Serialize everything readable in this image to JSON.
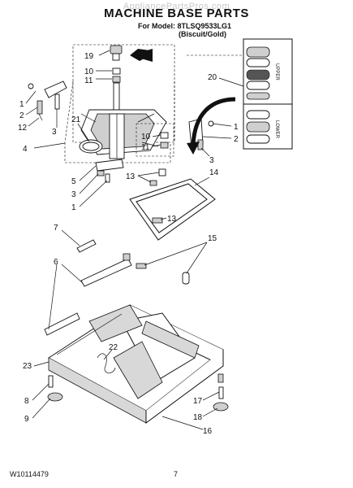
{
  "header": {
    "watermark": "AppliancePartsPros.com",
    "title": "MACHINE BASE PARTS",
    "model_line": "For Model: 8TLSQ9533LG1",
    "color_line": "(Biscuit/Gold)"
  },
  "inset": {
    "label_upper": "UPPER",
    "label_lower": "LOWER"
  },
  "callouts": {
    "c1a": "1",
    "c2a": "2",
    "c12": "12",
    "c3a": "3",
    "c4": "4",
    "c21": "21",
    "c19": "19",
    "c10a": "10",
    "c11a": "11",
    "c20": "20",
    "c1b": "1",
    "c2b": "2",
    "c3b": "3",
    "c10b": "10",
    "c11b": "11",
    "c5": "5",
    "c3c": "3",
    "c1c": "1",
    "c13a": "13",
    "c14": "14",
    "c13b": "13",
    "c7": "7",
    "c15": "15",
    "c6": "6",
    "c22": "22",
    "c23": "23",
    "c8": "8",
    "c9": "9",
    "c17": "17",
    "c18": "18",
    "c16": "16"
  },
  "footer": {
    "doc_number": "W10114479",
    "page_number": "7"
  }
}
